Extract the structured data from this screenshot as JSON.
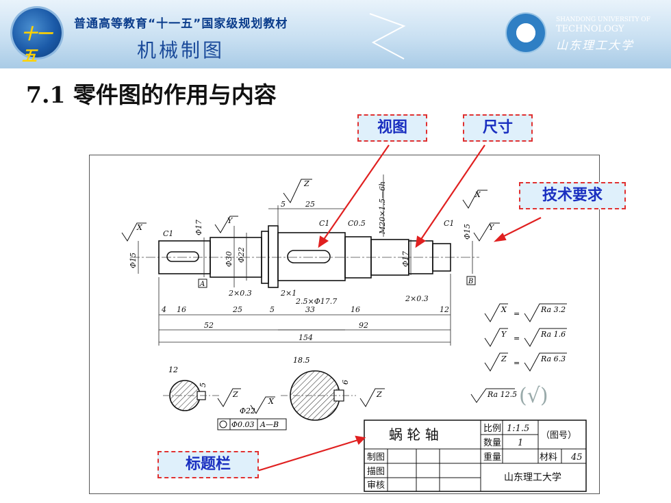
{
  "banner": {
    "title": "普通高等教育“十一五”国家级规划教材",
    "subtitle": "机械制图",
    "logo_text": "十一五",
    "university_en_1": "SHANDONG UNIVERSITY OF",
    "university_en_2": "TECHNOLOGY",
    "university_cn": "山东理工大学"
  },
  "page_title": "7.1 零件图的作用与内容",
  "callouts": {
    "view": "视图",
    "dimension": "尺寸",
    "tech_req": "技术要求",
    "title_block": "标题栏"
  },
  "drawing": {
    "dims": {
      "d1": "4",
      "d2": "16",
      "d3": "25",
      "d4": "5",
      "d5": "33",
      "d6": "16",
      "d7": "12",
      "d8": "52",
      "d9": "92",
      "d10": "154",
      "d11": "25",
      "d12": "5",
      "ch1": "2×0.3",
      "ch2": "2×1",
      "ch3": "2.5×Φ17.7",
      "ch4": "2×0.3",
      "c1a": "C1",
      "c1b": "C1",
      "c1c": "C1",
      "c05": "C0.5",
      "thread": "M20×1.5—6h",
      "dia15": "Φ15",
      "dia30": "Φ30",
      "dia22": "Φ22",
      "dia17": "Φ17",
      "dia17b": "Φ17",
      "dia15b": "Φ15",
      "lblA": "A",
      "lblB": "B"
    },
    "finishes": {
      "x": "X",
      "y": "Y",
      "z": "Z",
      "ra32": "Ra 3.2",
      "ra16": "Ra 1.6",
      "ra63": "Ra 6.3",
      "ra125": "Ra 12.5",
      "eq": "="
    },
    "sections": {
      "s1": "12",
      "s2": "5",
      "s3": "18.5",
      "s4": "6",
      "dia22": "Φ22",
      "tol": "Φ0.03",
      "tol_ref": "A—B"
    }
  },
  "title_block": {
    "name": "蜗 轮 轴",
    "scale_label": "比例",
    "scale_value": "1:1.5",
    "qty_label": "数量",
    "qty_value": "1",
    "drawing_no": "（图号）",
    "weight_label": "重量",
    "material_label": "材料",
    "material_value": "45",
    "draw_label": "制图",
    "trace_label": "描图",
    "review_label": "审核",
    "org": "山东理工大学"
  },
  "colors": {
    "accent": "#e03030",
    "callout_text": "#1a2fc0",
    "banner_blue": "#0b3d8c"
  }
}
